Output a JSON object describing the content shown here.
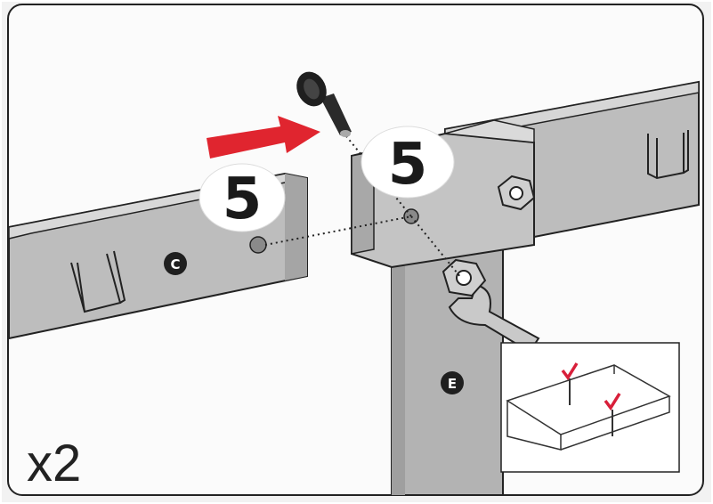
{
  "step": {
    "callout_left": "5",
    "callout_right": "5",
    "part_c": "C",
    "part_e": "E",
    "quantity": "x2"
  },
  "colors": {
    "arrow": "#e0252f",
    "check": "#d81f3a",
    "beam": "#b8b8b8",
    "outline": "#222222"
  }
}
